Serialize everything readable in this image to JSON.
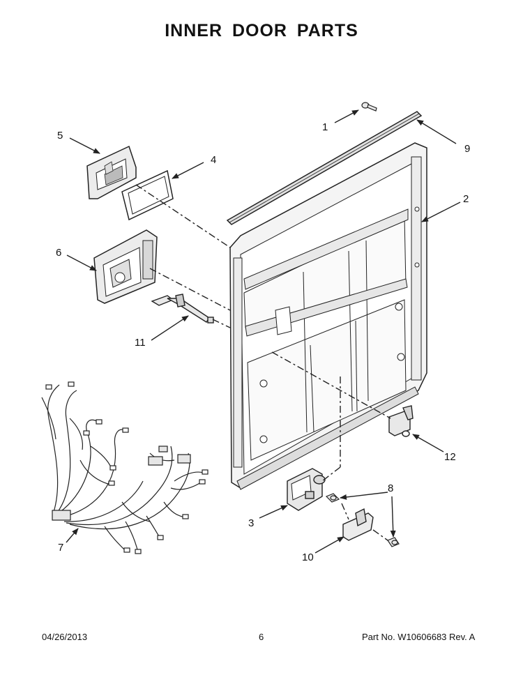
{
  "title": "INNER DOOR PARTS",
  "callouts": {
    "c1": "1",
    "c2": "2",
    "c3": "3",
    "c4": "4",
    "c5": "5",
    "c6": "6",
    "c7": "7",
    "c8": "8",
    "c9": "9",
    "c10": "10",
    "c11": "11",
    "c12": "12"
  },
  "footer": {
    "date": "04/26/2013",
    "page": "6",
    "part": "Part No.  W10606683  Rev.  A"
  },
  "colors": {
    "line": "#222222",
    "part_fill": "#f2f2f2",
    "shade": "#cfcfcf"
  }
}
